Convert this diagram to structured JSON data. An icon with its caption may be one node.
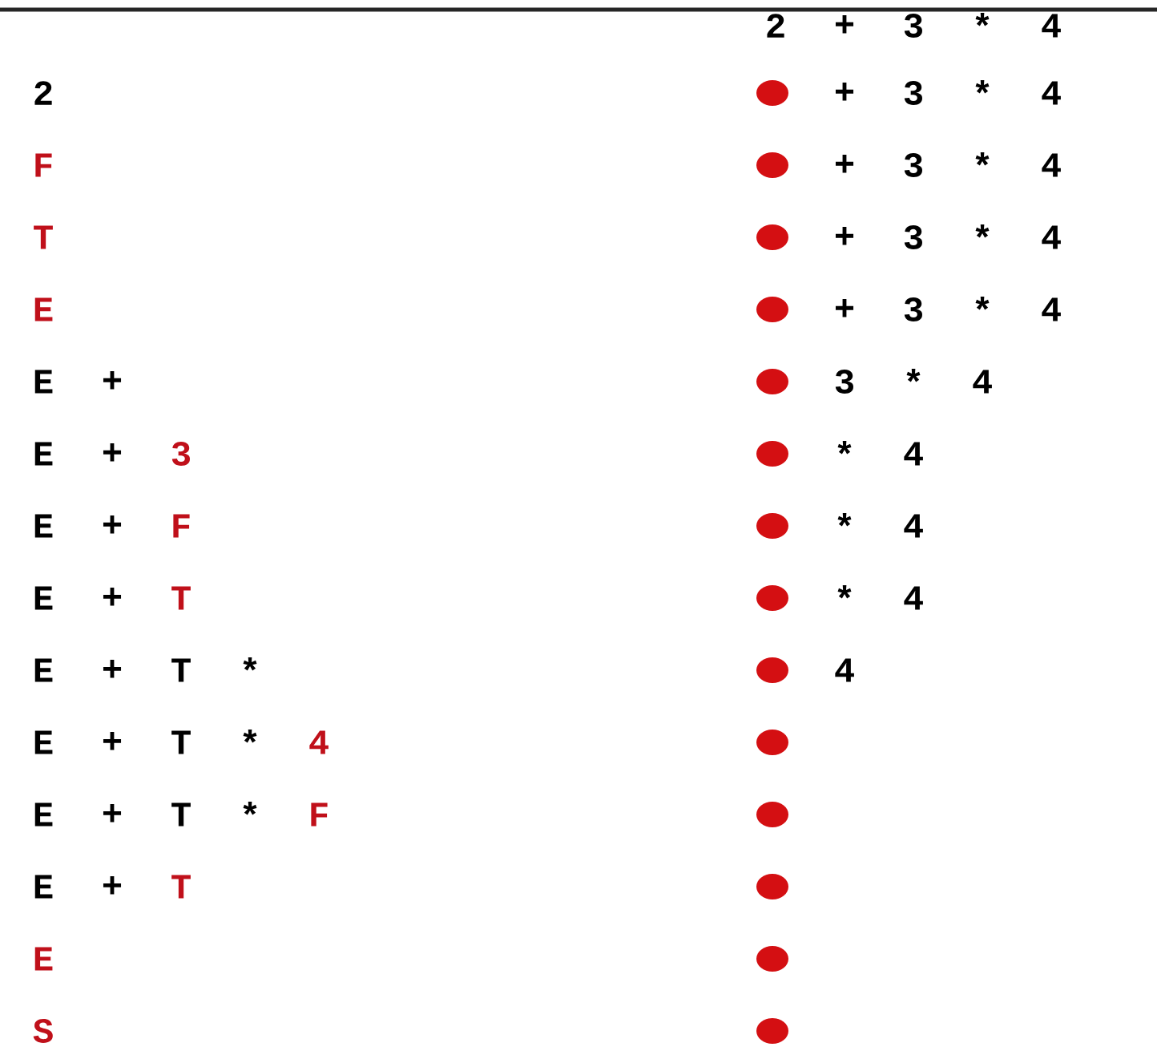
{
  "diagram": {
    "labels": [
      "2",
      "+",
      "3",
      "*",
      "4",
      "2",
      "+",
      "3",
      "*",
      "4",
      "F",
      "+",
      "3",
      "*",
      "4",
      "T",
      "+",
      "3",
      "*",
      "4",
      "E",
      "+",
      "3",
      "*",
      "4",
      "E",
      "+",
      "3",
      "*",
      "4",
      "E",
      "+",
      "3",
      "*",
      "4",
      "E",
      "+",
      "F",
      "*",
      "4",
      "E",
      "+",
      "T",
      "*",
      "4",
      "E",
      "+",
      "T",
      "*",
      "4",
      "E",
      "+",
      "T",
      "*",
      "4",
      "E",
      "+",
      "T",
      "*",
      "F",
      "E",
      "+",
      "T",
      "E",
      "S"
    ]
  }
}
